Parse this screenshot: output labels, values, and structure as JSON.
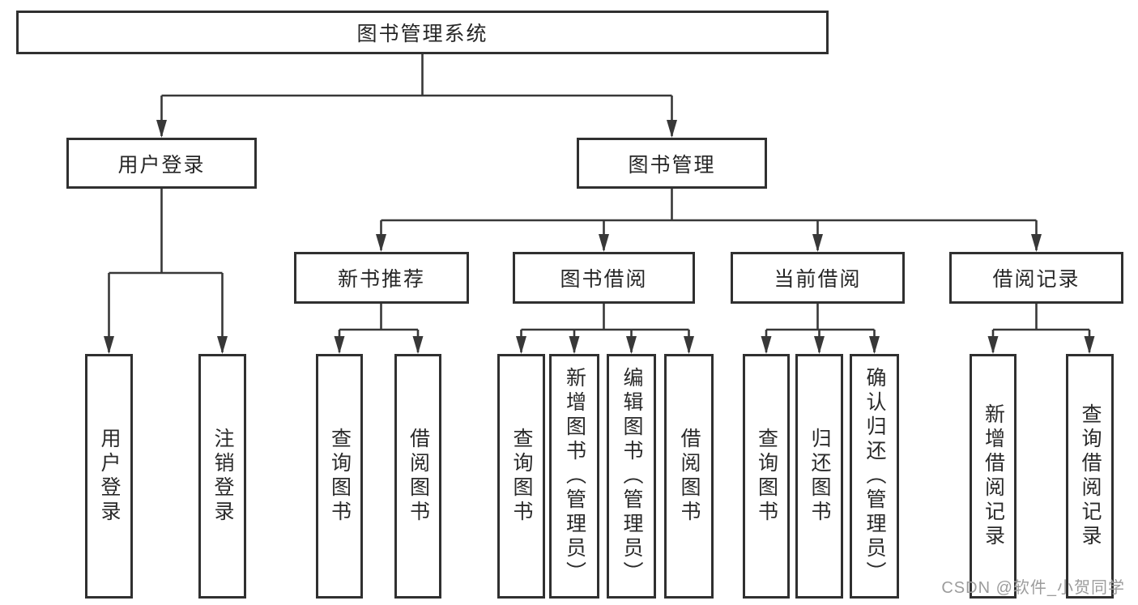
{
  "diagram": {
    "type": "hierarchy",
    "colors": {
      "background": "#ffffff",
      "line": "#383838",
      "box_border": "#303030",
      "text": "#262626",
      "watermark": "#9c9c9c"
    },
    "tree": {
      "root": {
        "label": "图书管理系统"
      },
      "branches": [
        {
          "label": "用户登录",
          "children": [
            {
              "label": "用户登录"
            },
            {
              "label": "注销登录"
            }
          ]
        },
        {
          "label": "图书管理",
          "children": [
            {
              "label": "新书推荐",
              "children": [
                {
                  "label": "查询图书"
                },
                {
                  "label": "借阅图书"
                }
              ]
            },
            {
              "label": "图书借阅",
              "children": [
                {
                  "label": "查询图书"
                },
                {
                  "label": "新增图书（管理员）"
                },
                {
                  "label": "编辑图书（管理员）"
                },
                {
                  "label": "借阅图书"
                }
              ]
            },
            {
              "label": "当前借阅",
              "children": [
                {
                  "label": "查询图书"
                },
                {
                  "label": "归还图书"
                },
                {
                  "label": "确认归还（管理员）"
                }
              ]
            },
            {
              "label": "借阅记录",
              "children": [
                {
                  "label": "新增借阅记录"
                },
                {
                  "label": "查询借阅记录"
                }
              ]
            }
          ]
        }
      ]
    },
    "watermark": {
      "text": "CSDN @软件_小贺同学"
    }
  }
}
